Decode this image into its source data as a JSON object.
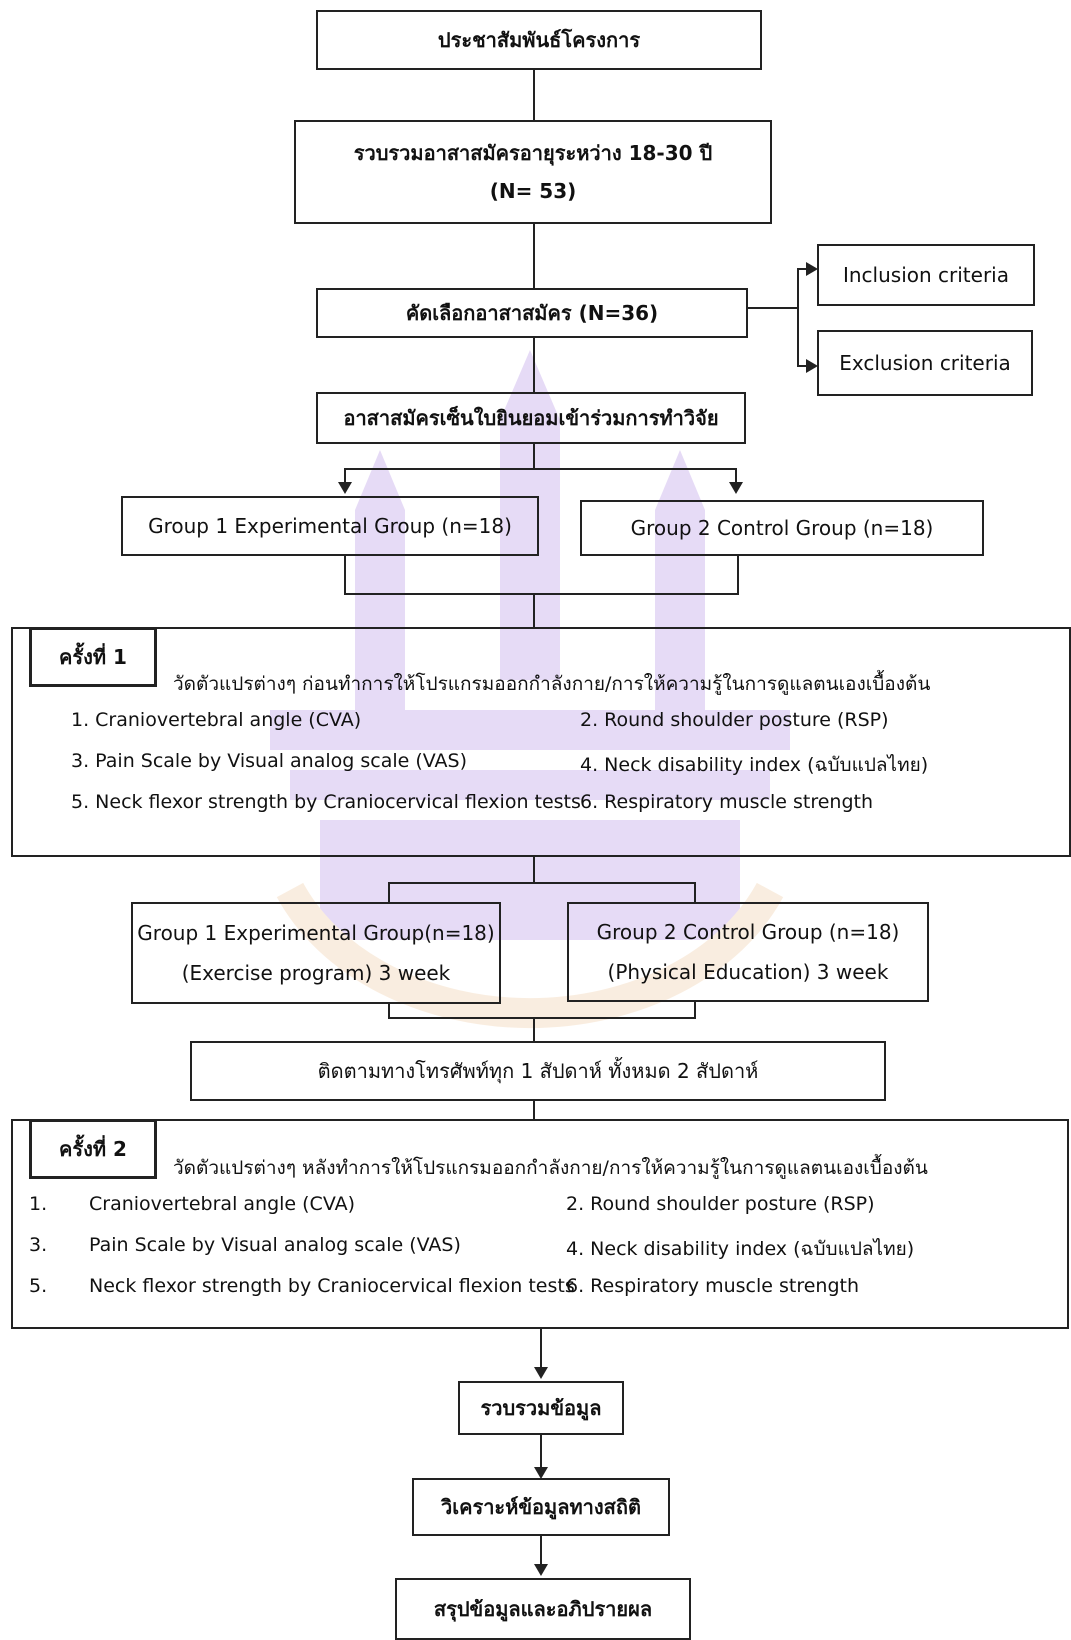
{
  "boxes": {
    "publicize": "ประชาสัมพันธ์โครงการ",
    "recruit_line1": "รวบรวมอาสาสมัครอายุระหว่าง 18-30 ปี",
    "recruit_line2": "(N= 53)",
    "screen": "คัดเลือกอาสาสมัคร (N=36)",
    "inclusion": "Inclusion criteria",
    "exclusion": "Exclusion criteria",
    "consent": "อาสาสมัครเซ็นใบยินยอมเข้าร่วมการทำวิจัย",
    "group1": "Group 1  Experimental Group (n=18)",
    "group2": "Group 2 Control Group (n=18)"
  },
  "session1": {
    "label": "ครั้งที่ 1",
    "heading": "วัดตัวแปรต่างๆ ก่อนทำการให้โปรแกรมออกกำลังกาย/การให้ความรู้ในการดูแลตนเองเบื้องต้น",
    "items": [
      "1.  Craniovertebral angle (CVA)",
      "2.  Round shoulder posture (RSP)",
      "3.   Pain Scale by Visual analog scale (VAS)",
      "4.  Neck disability index (ฉบับแปลไทย)",
      "5.  Neck flexor strength by Craniocervical flexion tests",
      "6.  Respiratory muscle strength"
    ]
  },
  "intervention": {
    "g1_line1": "Group 1 Experimental Group(n=18)",
    "g1_line2": "(Exercise  program) 3 week",
    "g2_line1": "Group 2 Control Group (n=18)",
    "g2_line2": "(Physical Education) 3 week"
  },
  "followup": "ติดตามทางโทรศัพท์ทุก 1 สัปดาห์ ทั้งหมด 2 สัปดาห์",
  "session2": {
    "label": "ครั้งที่ 2",
    "heading": "วัดตัวแปรต่างๆ หลังทำการให้โปรแกรมออกกำลังกาย/การให้ความรู้ในการดูแลตนเองเบื้องต้น",
    "nums": [
      "1.",
      "3.",
      "5."
    ],
    "left": [
      "Craniovertebral angle (CVA)",
      "Pain Scale by Visual analog scale (VAS)",
      "Neck flexor strength by Craniocervical flexion tests"
    ],
    "right": [
      "2. Round shoulder posture (RSP)",
      "4. Neck disability index (ฉบับแปลไทย)",
      "6. Respiratory muscle strength"
    ]
  },
  "final": {
    "collect": "รวบรวมข้อมูล",
    "analyze": "วิเคราะห์ข้อมูลทางสถิติ",
    "conclude": "สรุปข้อมูลและอภิปรายผล"
  }
}
